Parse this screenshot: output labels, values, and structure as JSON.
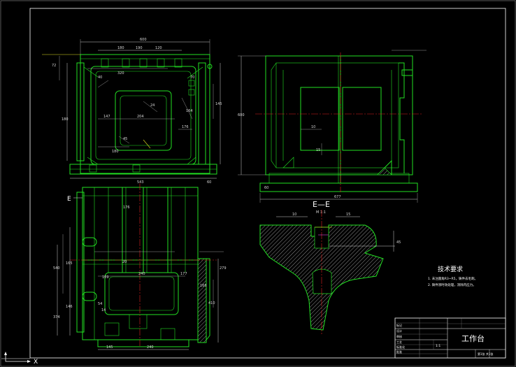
{
  "drawing": {
    "section_label": "E—E",
    "section_marker": "E",
    "scale_note": "M 1:1"
  },
  "tech_requirements": {
    "title": "技术要求",
    "items": [
      "1. 未注圆角R3~R5，铸件去毛刺。",
      "2. 铸件须时效处理，消除内应力。"
    ]
  },
  "title_block": {
    "part_name": "工作台",
    "scale": "1:1",
    "row_labels": [
      "标记",
      "设计",
      "审核",
      "工艺",
      "标准化",
      "批准"
    ],
    "sheet": "第1张 共1张"
  },
  "dims": {
    "top_view": [
      "600",
      "180",
      "190",
      "120",
      "320",
      "72",
      "40",
      "70",
      "24",
      "164",
      "180",
      "204",
      "147",
      "176",
      "145",
      "45",
      "180",
      "543",
      "60"
    ],
    "front_view": [
      "677",
      "600",
      "10",
      "15",
      "60"
    ],
    "bottom_view": [
      "240",
      "177",
      "169",
      "176",
      "20",
      "240",
      "145",
      "540",
      "374",
      "165",
      "146",
      "166",
      "279",
      "410",
      "54",
      "14"
    ],
    "section": [
      "10",
      "15",
      "45"
    ]
  },
  "colors": {
    "background": "#000000",
    "outline": "#22e022",
    "center_line": "#e02020",
    "dimension": "#d8d8d8",
    "frame": "#ffffff"
  }
}
